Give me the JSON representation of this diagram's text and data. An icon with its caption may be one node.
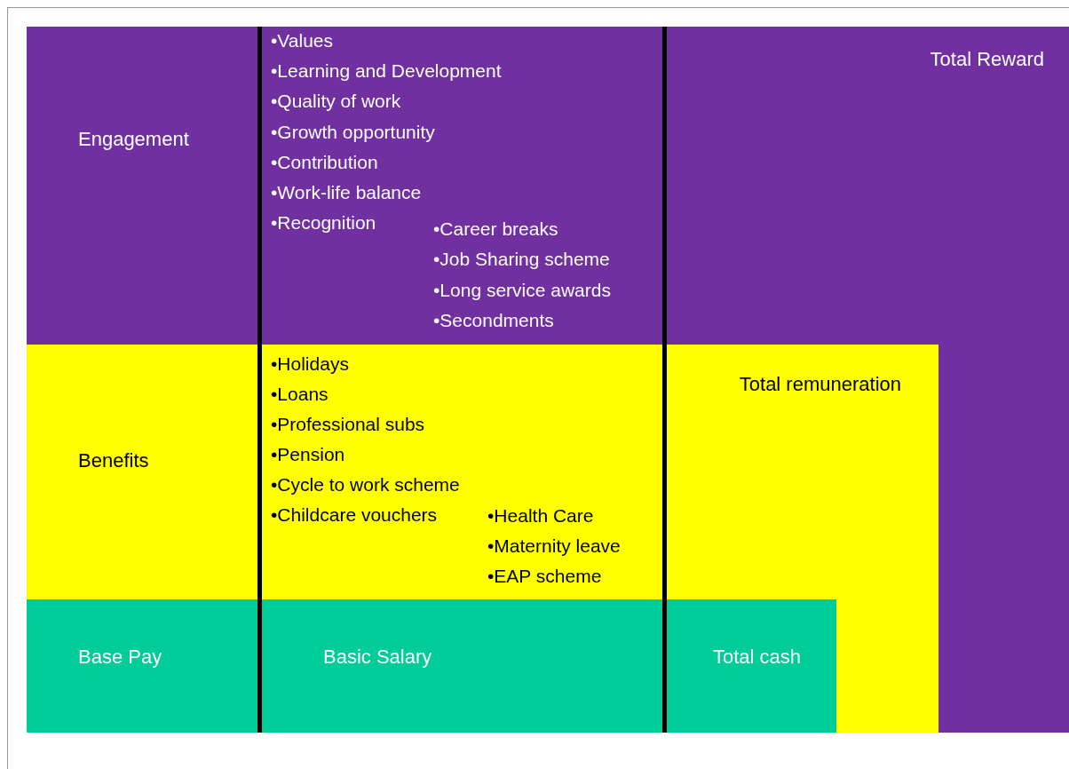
{
  "diagram": {
    "nodes": [
      {
        "text": [
          "Total Reward"
        ]
      },
      {
        "text": [
          "Total remuneration"
        ],
        "in": 0
      },
      {
        "text": [
          "Total cash"
        ],
        "in": 1
      }
    ],
    "labels": [
      "Engagement",
      "•Values",
      "•Learning and Development",
      "•Quality of work",
      "•Growth opportunity",
      "•Contribution",
      "•Work-life balance",
      "•Recognition",
      "•Career breaks",
      "•Job Sharing scheme",
      "•Long service awards",
      "•Secondments",
      "Benefits",
      "•Holidays",
      "•Loans",
      "•Professional subs",
      "•Pension",
      "•Cycle to work scheme",
      "•Childcare vouchers",
      "•Health Care",
      "•Maternity leave",
      "•EAP scheme",
      "Base Pay",
      "Basic Salary"
    ]
  }
}
